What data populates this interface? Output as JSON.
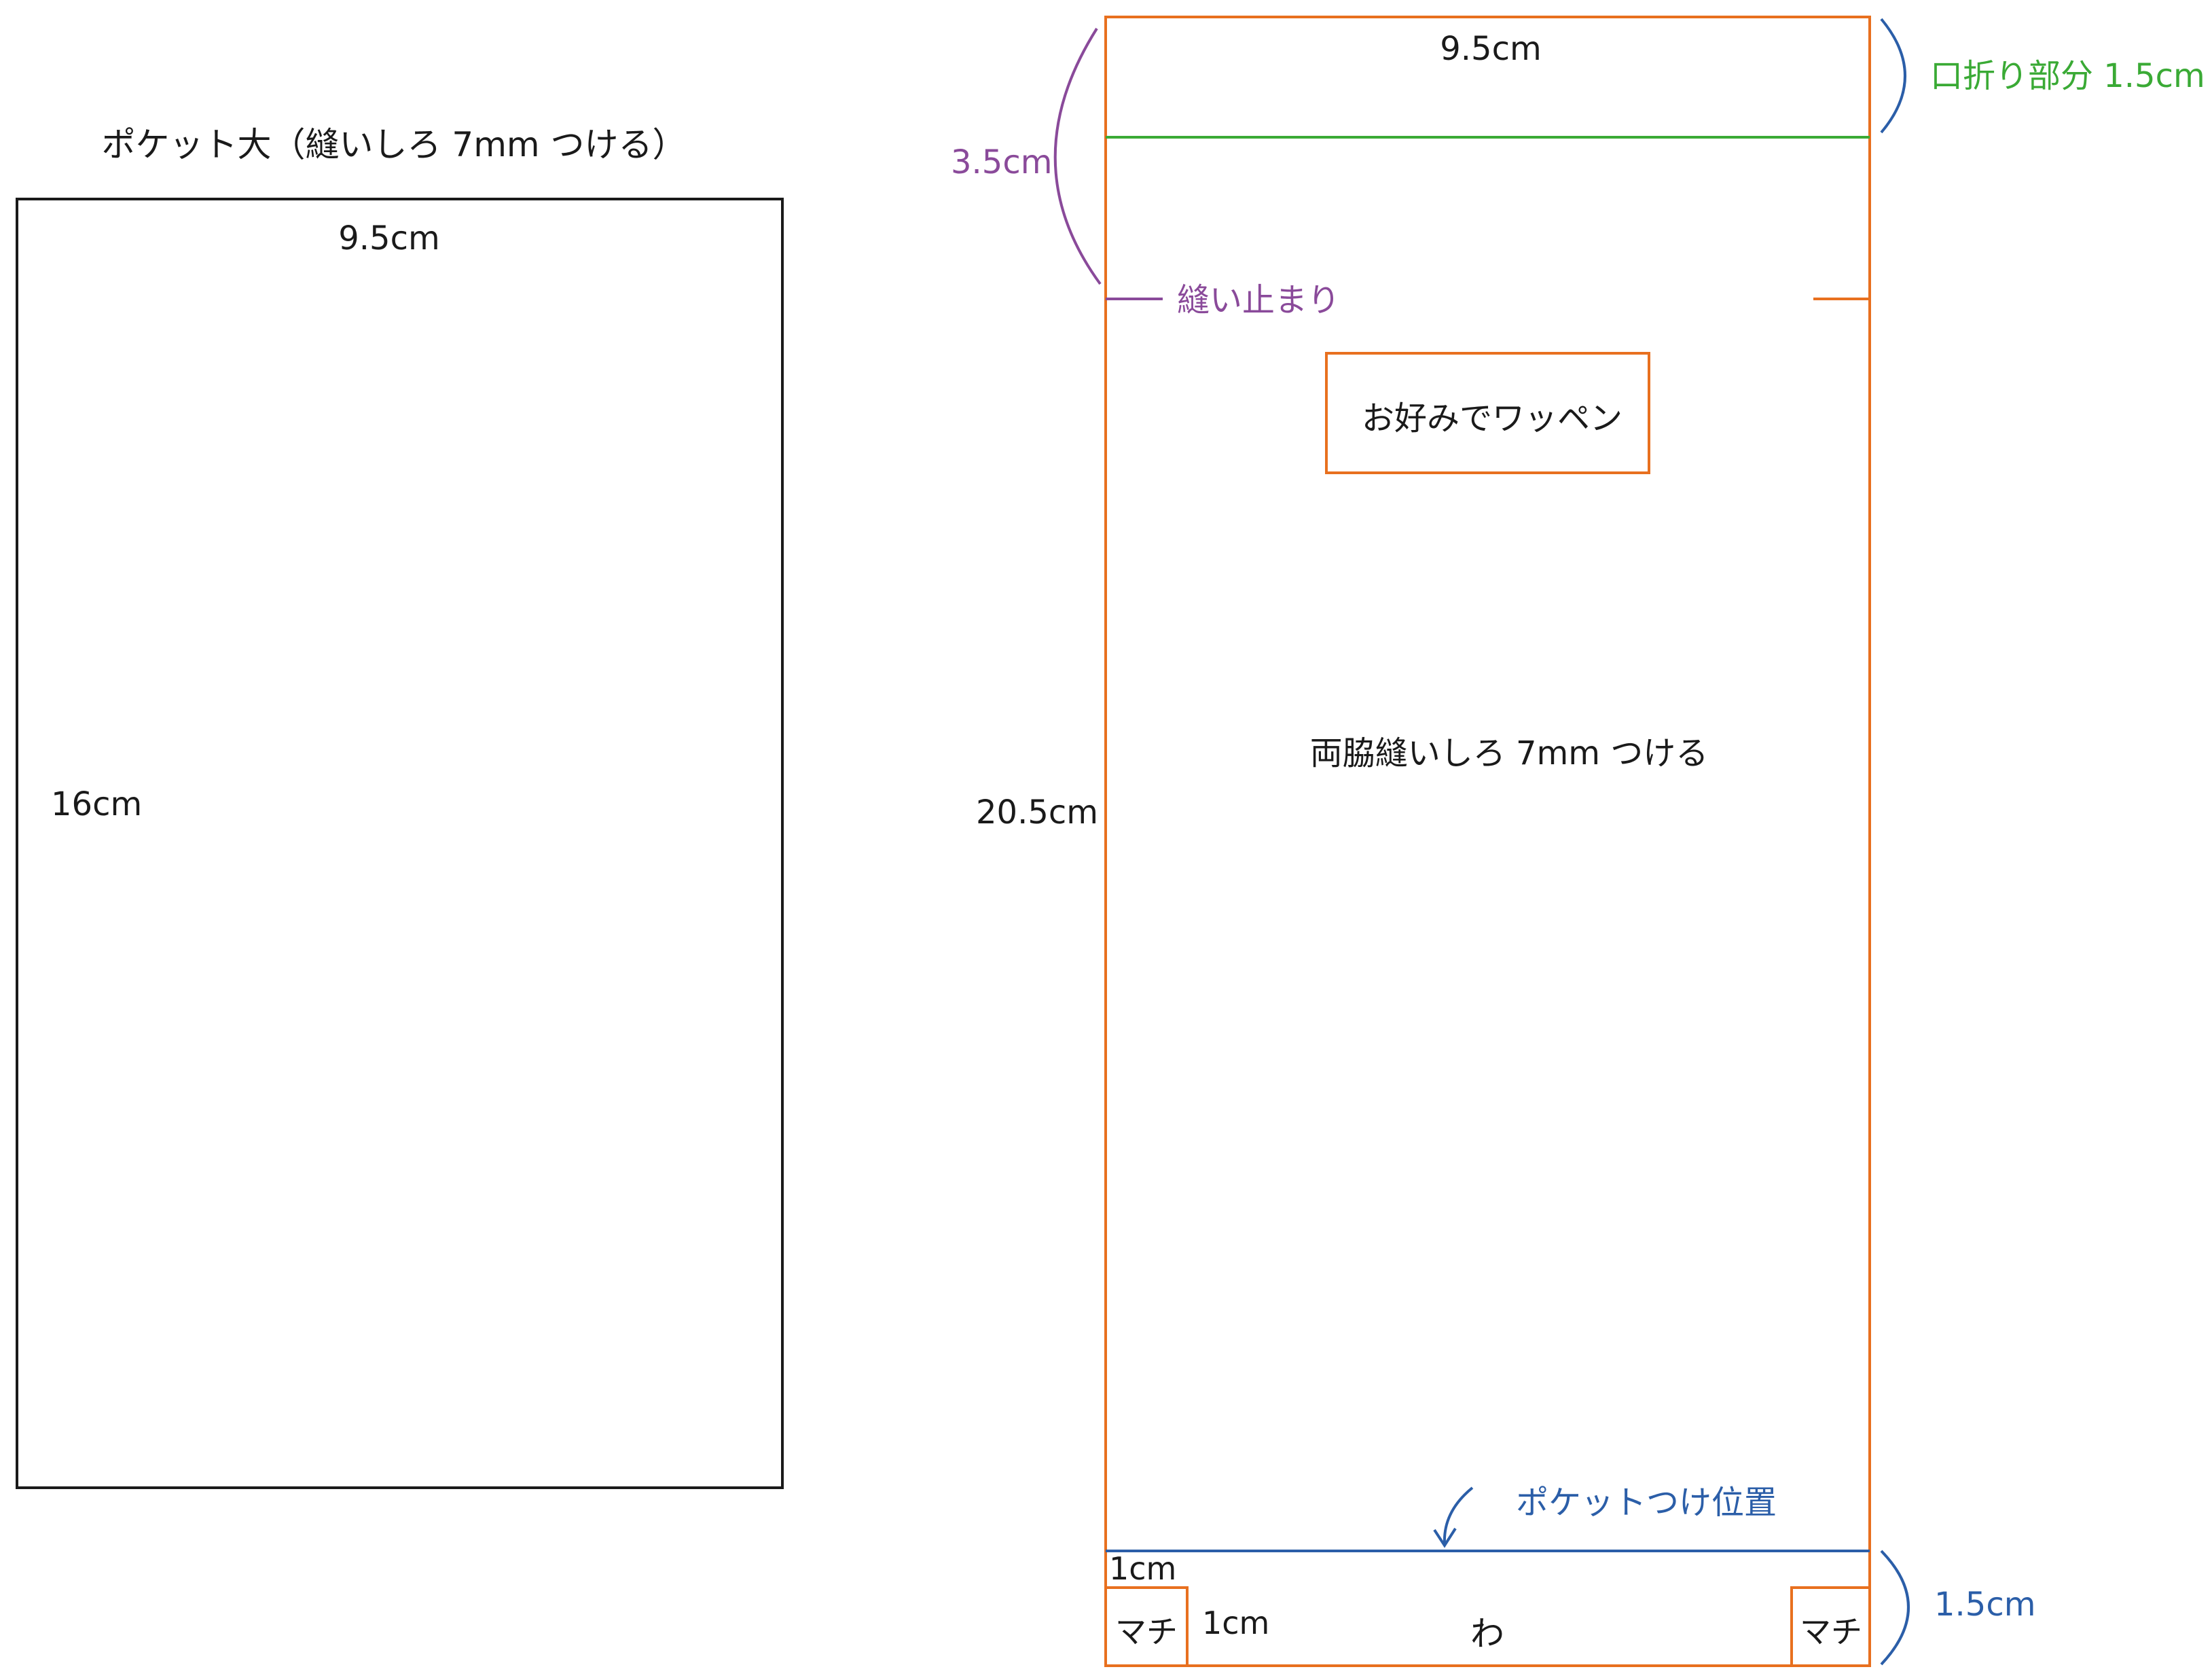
{
  "colors": {
    "outline": "#1a1a1a",
    "pattern": "#e8701f",
    "fold": "#3aaa35",
    "stop": "#8a4a9a",
    "pocket_line": "#2b5ea8"
  },
  "pocket_piece": {
    "title": "ポケット大（縫いしろ 7mm つける）",
    "width_label": "9.5cm",
    "height_label": "16cm"
  },
  "main_piece": {
    "width_label": "9.5cm",
    "fold_label": "口折り部分 1.5cm",
    "top_height_label": "3.5cm",
    "stop_label": "縫い止まり",
    "patch_label": "お好みでワッペン",
    "seam_label": "両脇縫いしろ 7mm つける",
    "height_label": "20.5cm",
    "pocket_position_label": "ポケットつけ位置",
    "bottom_height_label": "1.5cm",
    "gusset_height_label": "1cm",
    "gusset_width_label": "1cm",
    "gusset_left_label": "マチ",
    "gusset_right_label": "マチ",
    "fold_bottom_label": "わ"
  },
  "icons": {
    "curved_arrow": "curved-arrow-icon"
  }
}
